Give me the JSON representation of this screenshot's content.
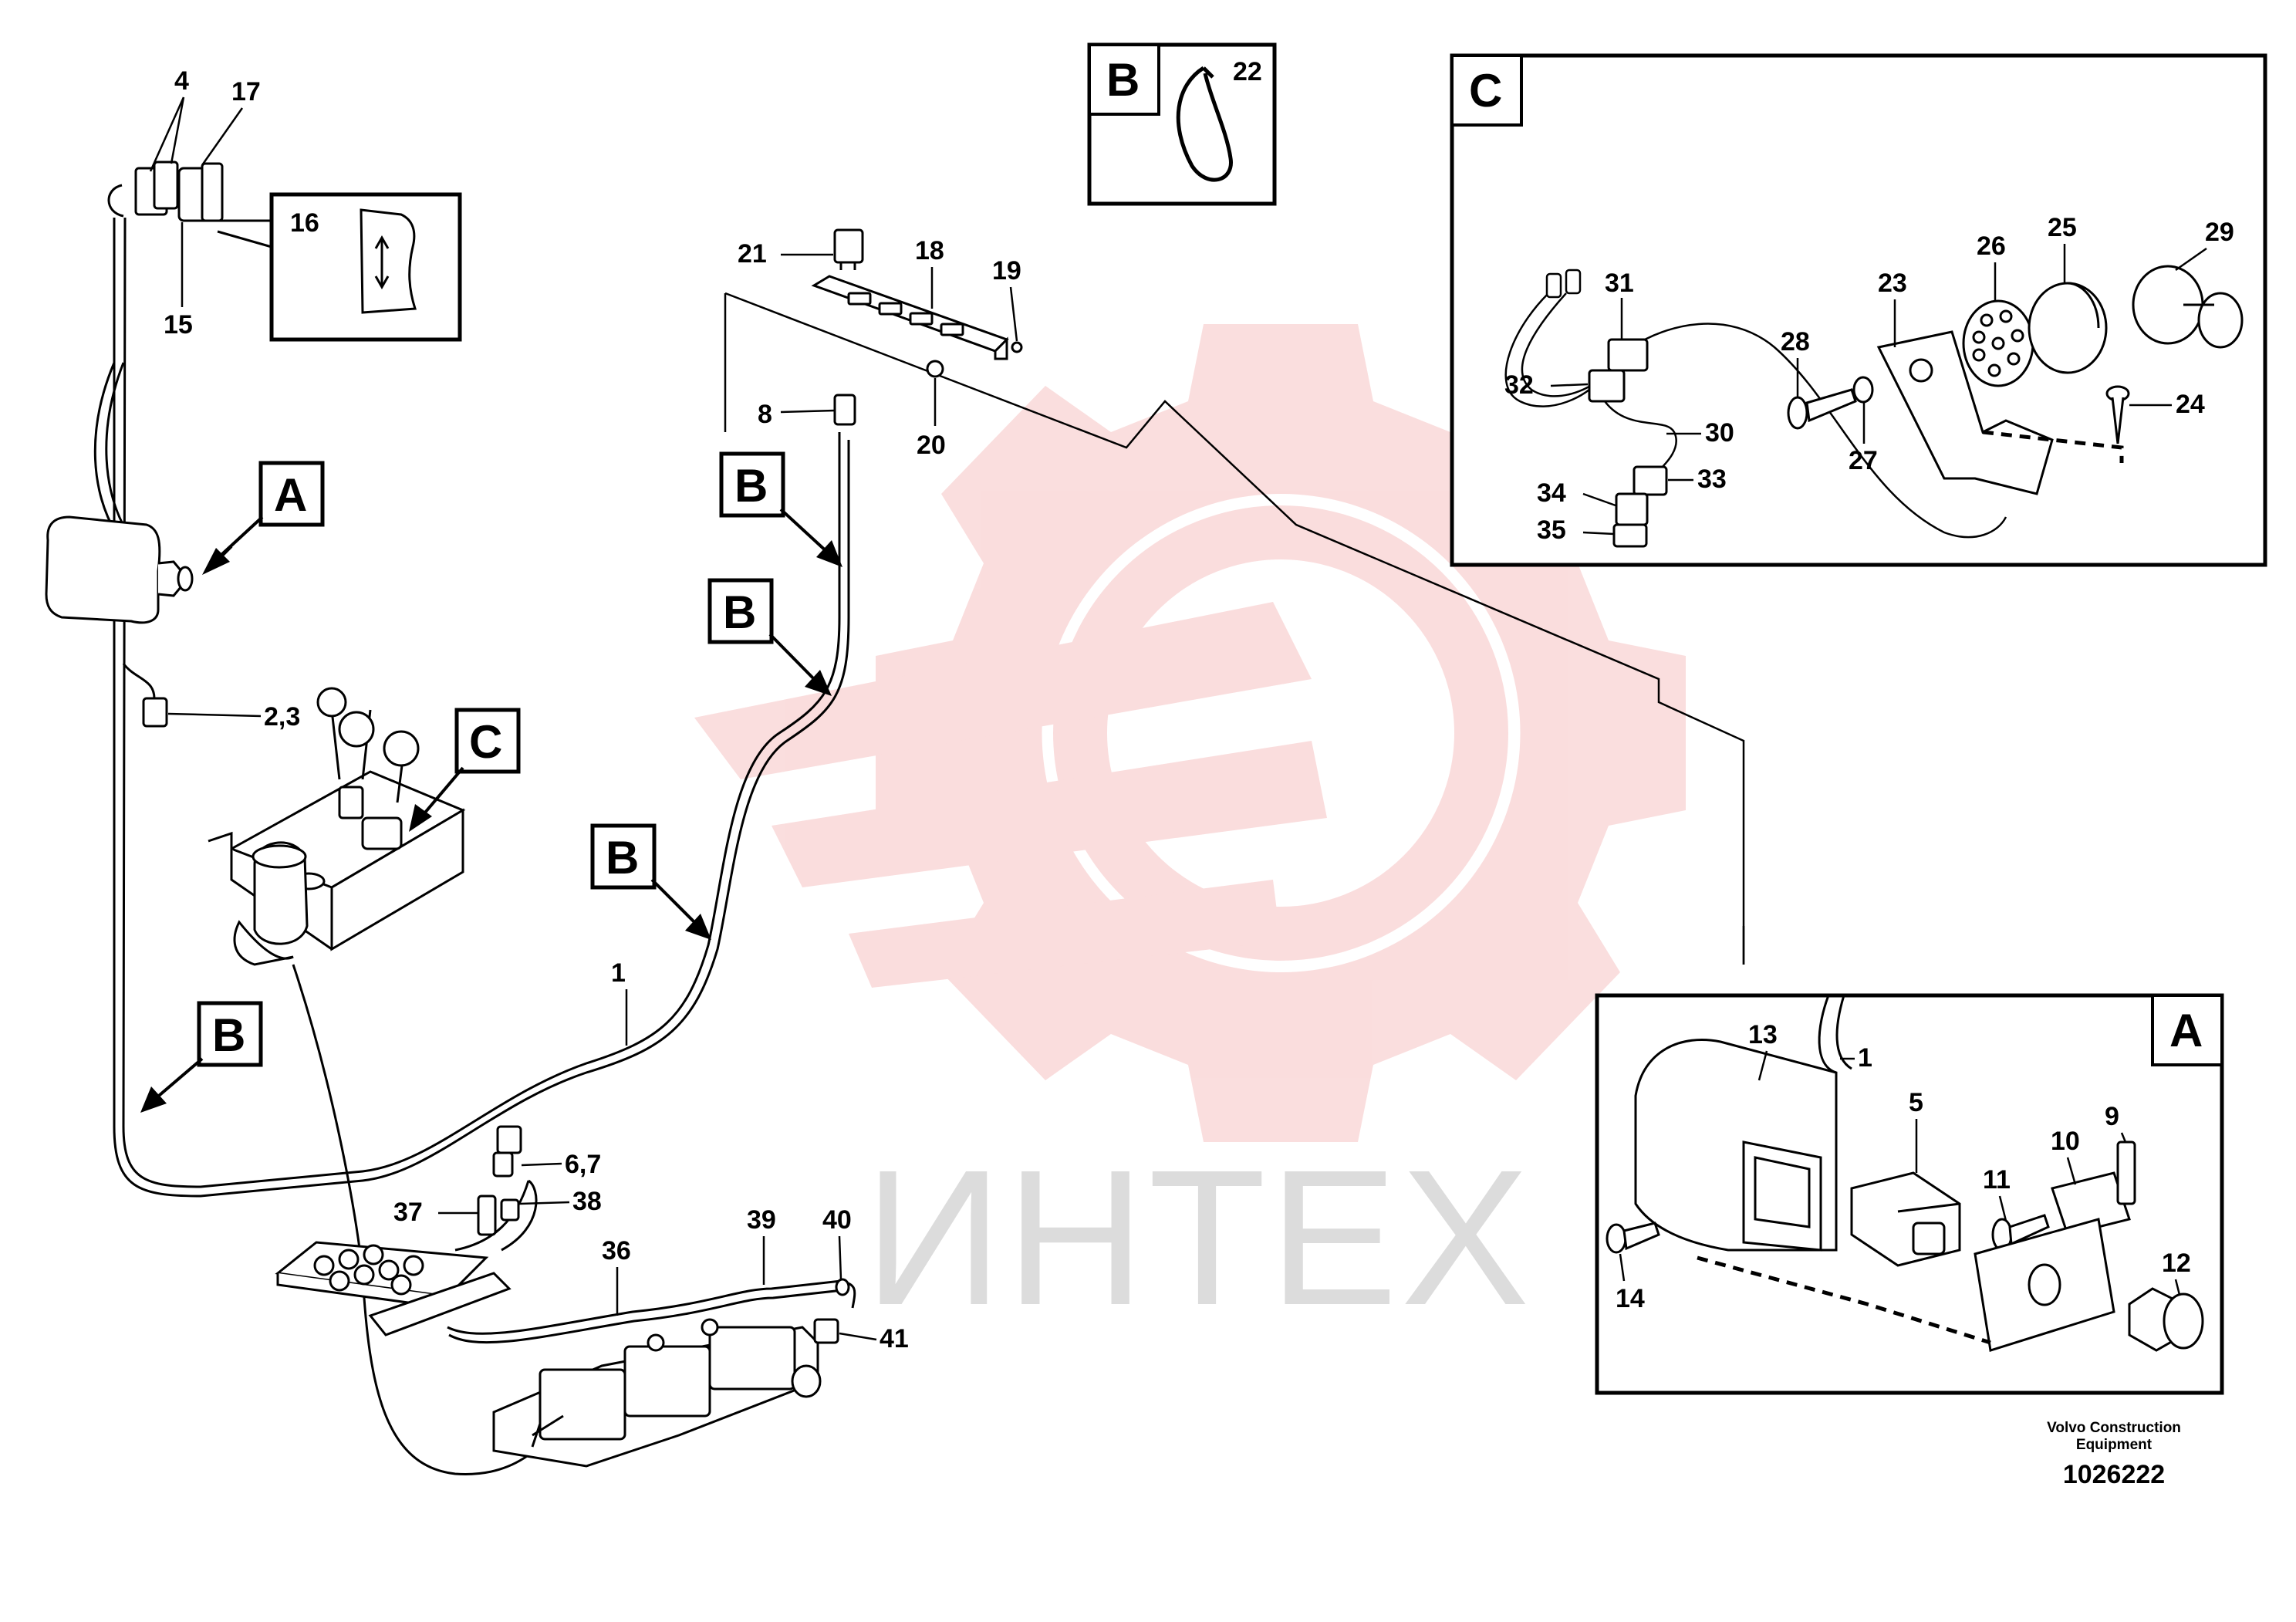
{
  "callouts": {
    "c1": "1",
    "c2_3": "2,3",
    "c4": "4",
    "c5": "5",
    "c6_7": "6,7",
    "c8": "8",
    "c9": "9",
    "c10": "10",
    "c11": "11",
    "c12": "12",
    "c13": "13",
    "c14": "14",
    "c15": "15",
    "c16": "16",
    "c17": "17",
    "c18": "18",
    "c19": "19",
    "c20": "20",
    "c21": "21",
    "c22": "22",
    "c23": "23",
    "c24": "24",
    "c25": "25",
    "c26": "26",
    "c27": "27",
    "c28": "28",
    "c29": "29",
    "c30": "30",
    "c31": "31",
    "c32": "32",
    "c33": "33",
    "c34": "34",
    "c35": "35",
    "c36": "36",
    "c37": "37",
    "c38": "38",
    "c39": "39",
    "c40": "40",
    "c41": "41",
    "c1_detail": "1"
  },
  "refs": {
    "A": "A",
    "B": "B",
    "C": "C"
  },
  "watermark": {
    "text": "ИНТЕХ",
    "color": "#f4c4c4"
  },
  "footer": {
    "company_line1": "Volvo Construction",
    "company_line2": "Equipment",
    "drawing_number": "1026222"
  }
}
